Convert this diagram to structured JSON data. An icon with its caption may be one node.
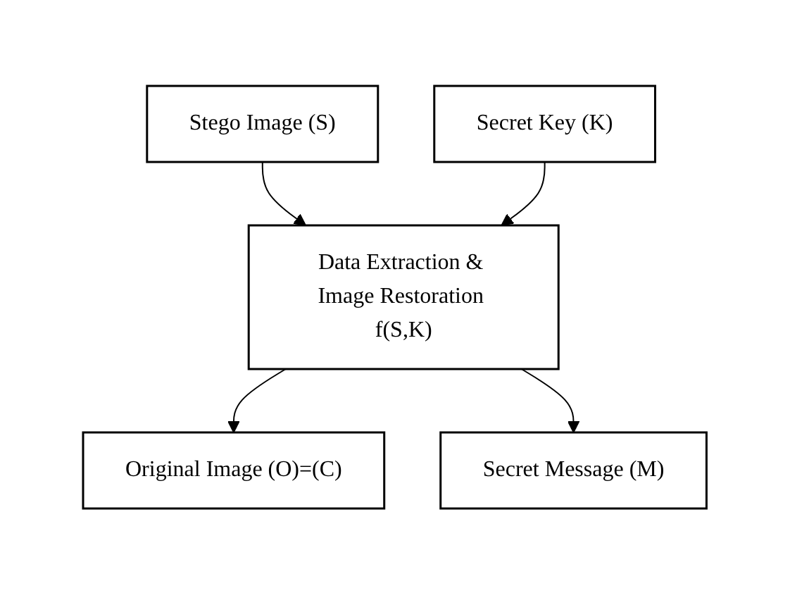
{
  "diagram": {
    "nodes": [
      {
        "text": [
          "Stego Image (S)"
        ]
      },
      {
        "text": [
          "Data Extraction & Image Restoration f(S,K)"
        ]
      },
      {
        "text": [
          "Original Image (O)=(C)"
        ]
      },
      {
        "text": [
          "Secret Key (K)"
        ]
      },
      {
        "text": [
          "Secret Message (M)"
        ]
      }
    ],
    "edges": [
      {
        "from": 0,
        "to": 1,
        "arrow": "to"
      },
      {
        "from": 1,
        "to": 2,
        "arrow": "to"
      },
      {
        "from": 3,
        "to": 1,
        "arrow": "to"
      },
      {
        "from": 1,
        "to": 4,
        "arrow": "to"
      }
    ]
  }
}
